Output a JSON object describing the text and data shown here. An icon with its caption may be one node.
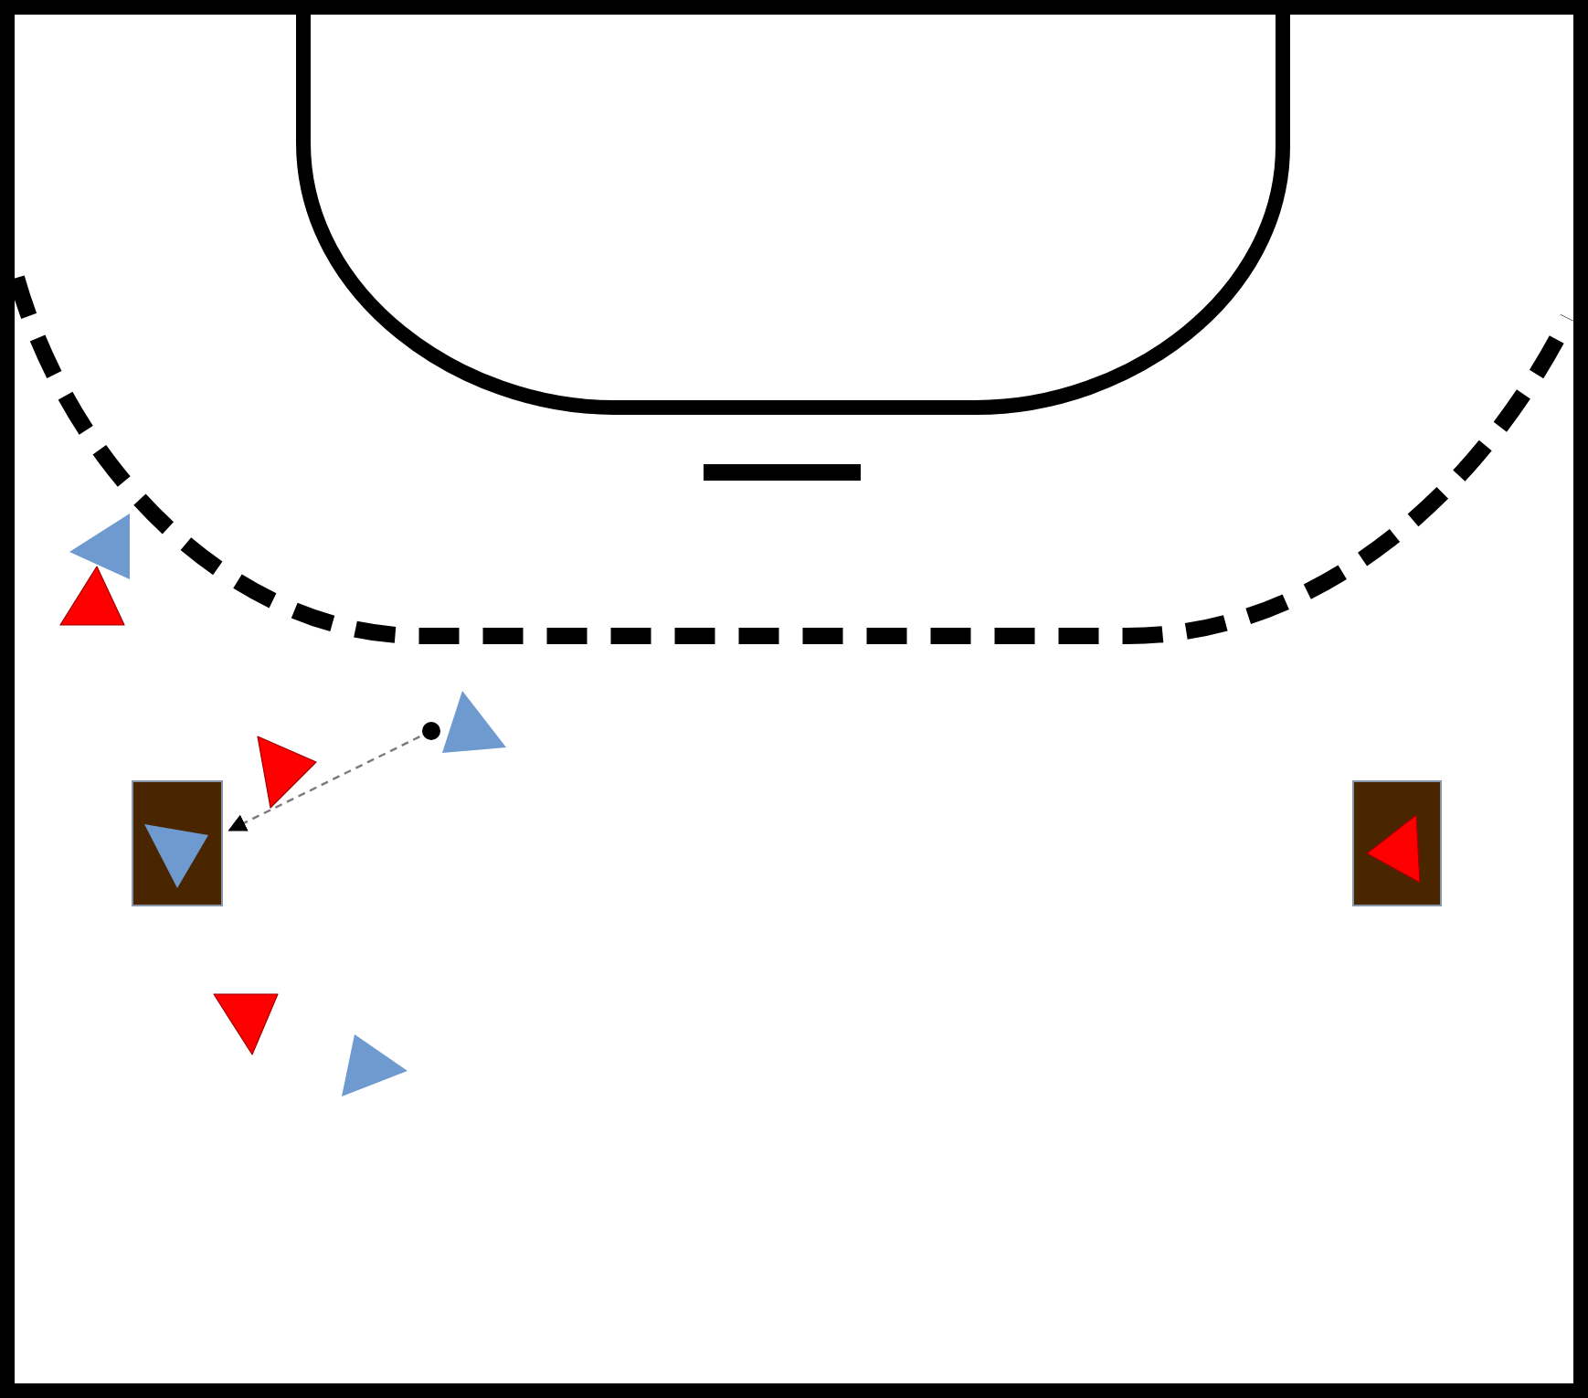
{
  "diagram": {
    "nodes": [
      {
        "text": [],
        "shape": "triangle"
      },
      {
        "text": [],
        "shape": "triangle"
      },
      {
        "text": [],
        "shape": "circle"
      },
      {
        "text": [],
        "shape": "triangle"
      },
      {
        "text": [],
        "shape": "triangle"
      },
      {
        "text": [],
        "shape": "box"
      },
      {
        "text": [],
        "shape": "triangle",
        "in": 5
      },
      {
        "text": [],
        "shape": "box"
      },
      {
        "text": [],
        "shape": "triangle",
        "in": 7
      },
      {
        "text": [],
        "shape": "triangle"
      },
      {
        "text": [],
        "shape": "triangle"
      }
    ],
    "edges": [
      {
        "from": 2,
        "to": 6,
        "arrow": "to",
        "style": "dashed"
      }
    ]
  }
}
